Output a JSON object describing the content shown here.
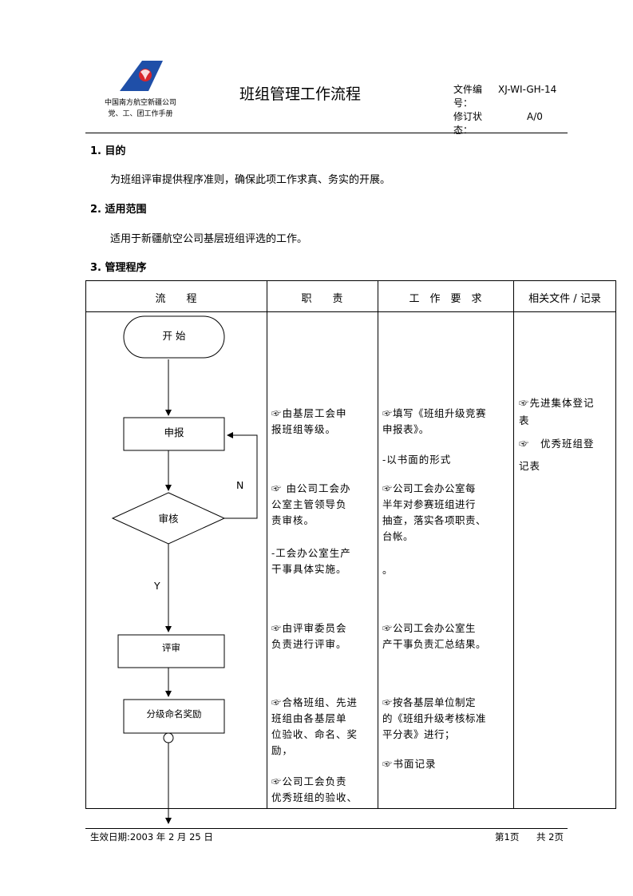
{
  "header": {
    "company_line1": "中国南方航空新疆公司",
    "company_line2": "党、工、团工作手册",
    "title": "班组管理工作流程",
    "doc_no_label": "文件编号：",
    "doc_no_value": "XJ-WI-GH-14",
    "revision_label": "修订状态：",
    "revision_value": "A/0"
  },
  "sections": {
    "s1_title": "1. 目的",
    "s1_text": "为班组评审提供程序准则，确保此项工作求真、务实的开展。",
    "s2_title": "2. 适用范围",
    "s2_text": "适用于新疆航空公司基层班组评选的工作。",
    "s3_title": "3. 管理程序"
  },
  "table": {
    "headers": [
      "流　　程",
      "职　　责",
      "工　作　要　求",
      "相关文件 / 记录"
    ],
    "flow": {
      "start": "开 始",
      "report": "申报",
      "review": "审核",
      "no_label": "N",
      "yes_label": "Y",
      "evaluate": "评审",
      "reward": "分级命名奖励"
    },
    "duties": [
      [
        "☞由基层工会申",
        "报班组等级。"
      ],
      [
        "☞ 由公司工会办",
        "公室主管领导负",
        "责审核。"
      ],
      [
        "-工会办公室生产",
        "干事具体实施。"
      ],
      [
        "☞由评审委员会",
        "负责进行评审。"
      ],
      [
        "☞合格班组、先进",
        "班组由各基层单",
        "位验收、命名、奖",
        "励，"
      ],
      [
        "☞公司工会负责",
        "优秀班组的验收、"
      ]
    ],
    "requirements": [
      [
        "☞填写《班组升级竞赛",
        "申报表》。"
      ],
      [
        "-以书面的形式"
      ],
      [
        "☞公司工会办公室每",
        "半年对参赛班组进行",
        "抽查，落实各项职责、",
        "台帐。"
      ],
      [
        "。"
      ],
      [
        "☞公司工会办公室生",
        "产干事负责汇总结果。"
      ],
      [
        "☞按各基层单位制定",
        "的《班组升级考核标准",
        "平分表》进行；"
      ],
      [
        "☞书面记录"
      ]
    ],
    "records": [
      [
        "☞先进集体登记",
        "表"
      ],
      [
        "☞　优秀班组登",
        "记表"
      ]
    ]
  },
  "footer": {
    "effective": "生效日期:2003 年 2 月 25 日",
    "page": "第1页",
    "total": "共 2页"
  }
}
